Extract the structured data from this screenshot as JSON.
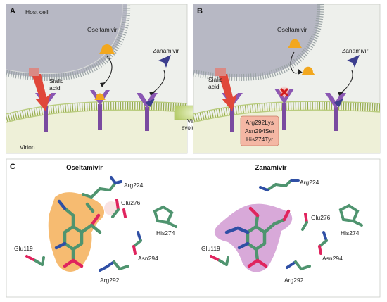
{
  "panels": {
    "a": {
      "letter": "A",
      "host_cell": "Host cell",
      "sialic_acid_line1": "Sialic",
      "sialic_acid_line2": "acid",
      "oseltamivir": "Oseltamivir",
      "zanamivir": "Zanamivir",
      "virion": "Virion"
    },
    "arrow": {
      "line1": "Viral",
      "line2": "evolution"
    },
    "b": {
      "letter": "B",
      "oseltamivir": "Oseltamivir",
      "zanamivir": "Zanamivir",
      "sialic_acid_line1": "Sialic",
      "sialic_acid_line2": "acid",
      "mutations": [
        "Arg292Lys",
        "Asn294Ser",
        "His274Tyr"
      ]
    },
    "c": {
      "letter": "C",
      "left_title": "Oseltamivir",
      "right_title": "Zanamivir",
      "left_residues": {
        "arg224": "Arg224",
        "glu276": "Glu276",
        "his274": "His274",
        "glu119": "Glu119",
        "asn294": "Asn294",
        "arg292": "Arg292"
      },
      "right_residues": {
        "arg224": "Arg224",
        "glu276": "Glu276",
        "his274": "His274",
        "glu119": "Glu119",
        "asn294": "Asn294",
        "arg292": "Arg292"
      }
    }
  },
  "colors": {
    "panel_bg": "#eef0ec",
    "host_cell": "#b7b8c4",
    "membrane_head": "#98a2a6",
    "virion_membrane": "#b9cc7e",
    "receptor": "#7a4aa0",
    "sialic_acid": "#e0473a",
    "oseltamivir": "#f2a71e",
    "zanamivir": "#3c3e8e",
    "mutation_box": "#f4b7a4",
    "ligand_glow_left": "#f3a441",
    "ligand_glow_right": "#c884c9",
    "carbon": "#5a9b7c",
    "oxygen": "#e0245e",
    "nitrogen": "#2f4fa5"
  }
}
